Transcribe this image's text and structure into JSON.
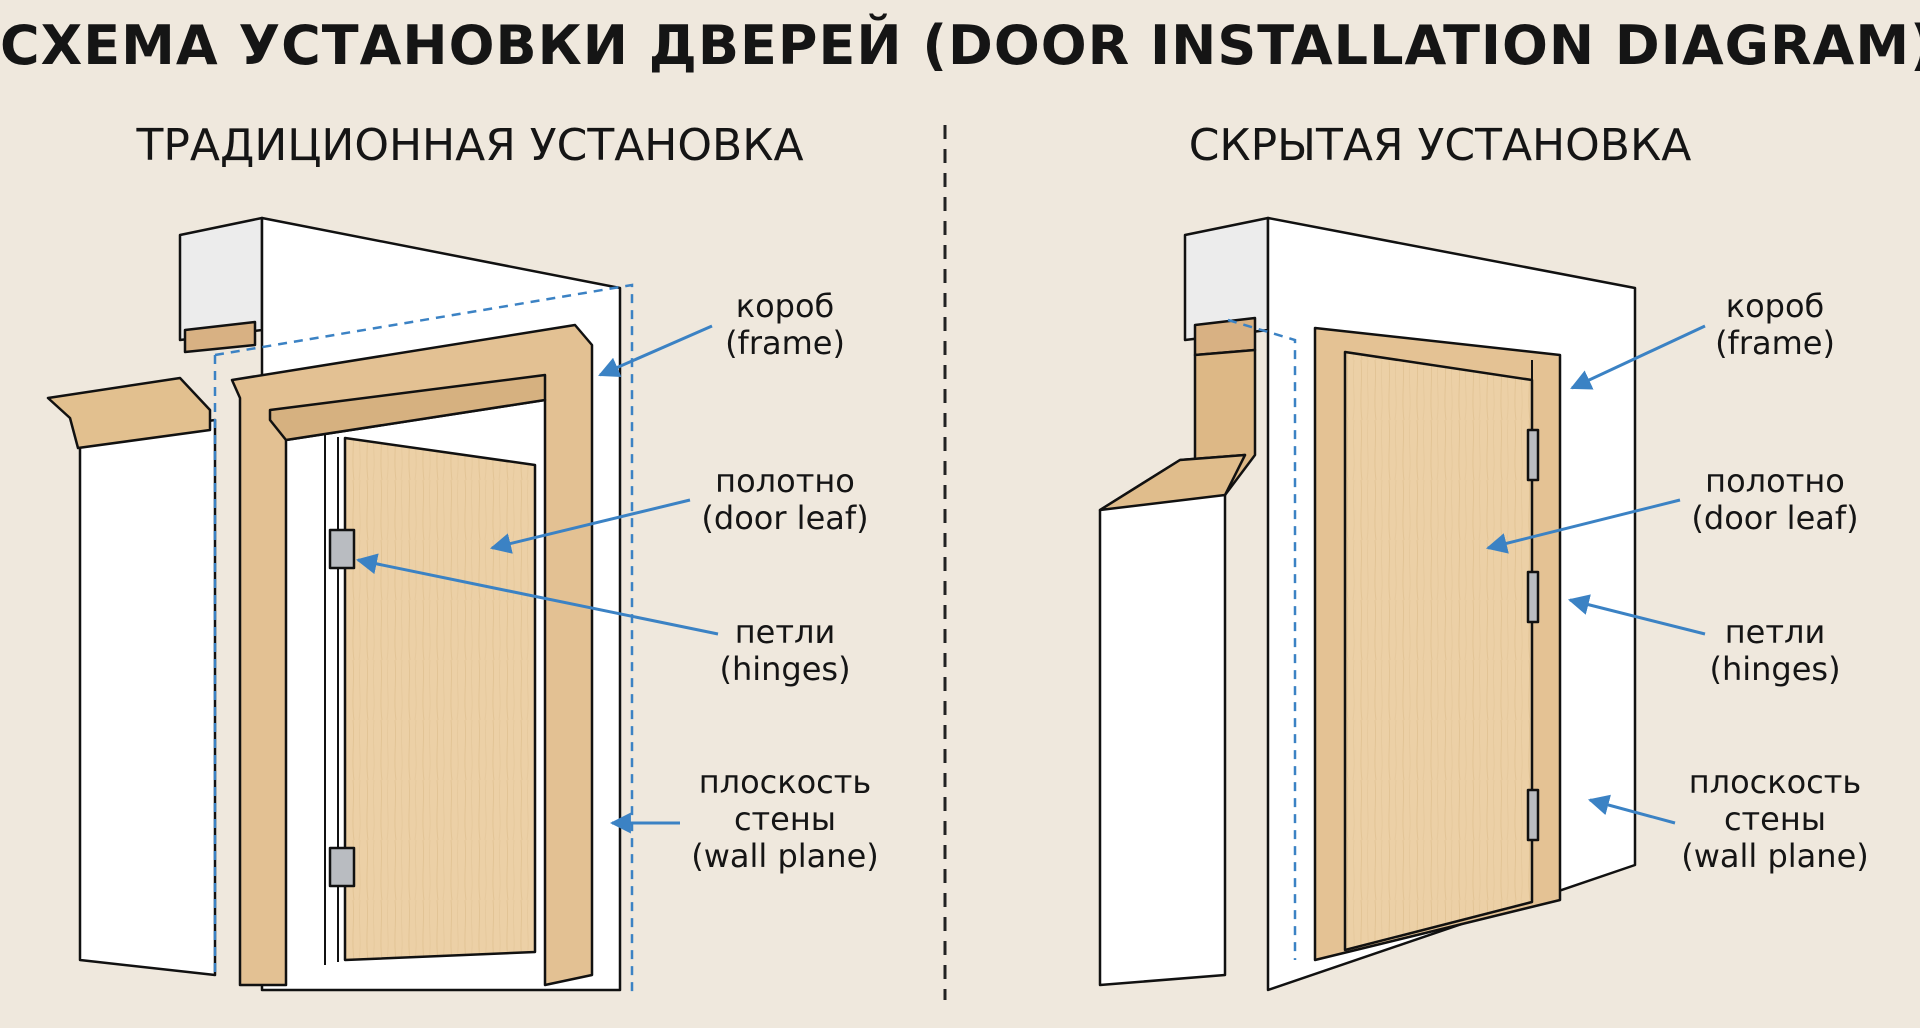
{
  "title": "СХЕМА УСТАНОВКИ ДВЕРЕЙ (DOOR INSTALLATION DIAGRAM)",
  "panels": [
    {
      "title": "ТРАДИЦИОННАЯ УСТАНОВКА",
      "callouts": [
        {
          "ru": "короб",
          "en": "(frame)"
        },
        {
          "ru": "полотно",
          "en": "(door leaf)"
        },
        {
          "ru": "петли",
          "en": "(hinges)"
        },
        {
          "ru": "плоскость",
          "ru2": "стены",
          "en": "(wall plane)"
        }
      ]
    },
    {
      "title": "СКРЫТАЯ УСТАНОВКА",
      "callouts": [
        {
          "ru": "короб",
          "en": "(frame)"
        },
        {
          "ru": "полотно",
          "en": "(door leaf)"
        },
        {
          "ru": "петли",
          "en": "(hinges)"
        },
        {
          "ru": "плоскость",
          "ru2": "стены",
          "en": "(wall plane)"
        }
      ]
    }
  ],
  "colors": {
    "background": "#efe8dd",
    "wall": "#ffffff",
    "wall_side": "#e9e9ea",
    "wood": "#e6c79c",
    "wood_dark": "#d3ad7d",
    "arrow": "#3b82c4",
    "dashed_guide": "#3b82c4",
    "outline": "#111111"
  }
}
